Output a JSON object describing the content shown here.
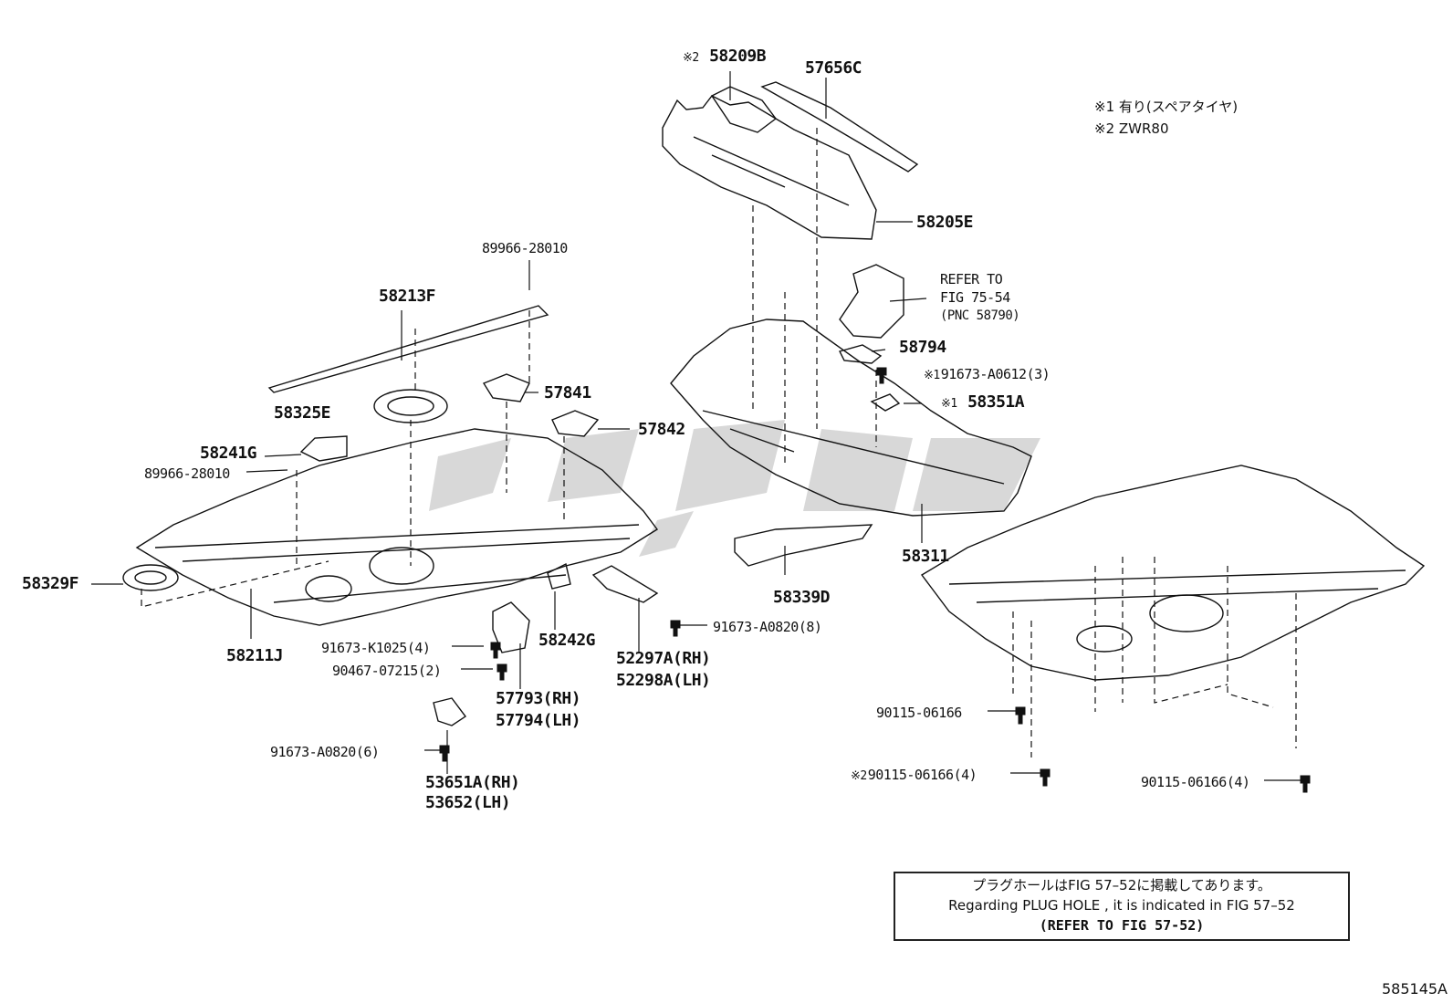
{
  "notes": {
    "n1": "※1 有り(スペアタイヤ)",
    "n2": "※2 ZWR80"
  },
  "labels": {
    "p58209B": "58209B",
    "p57656C": "57656C",
    "p58205E": "58205E",
    "ref_line1": "REFER TO",
    "ref_line2": "FIG 75-54",
    "ref_line3": "(PNC 58790)",
    "p58794": "58794",
    "p91673_A0612": "91673-A0612(3)",
    "p58351A": "58351A",
    "p89966_top": "89966-28010",
    "p58213F": "58213F",
    "p57841": "57841",
    "p58325E": "58325E",
    "p57842": "57842",
    "p58241G": "58241G",
    "p89966_left": "89966-28010",
    "p58329F": "58329F",
    "p58311": "58311",
    "p58339D": "58339D",
    "p58211J": "58211J",
    "p58242G": "58242G",
    "p91673_A0820_8": "91673-A0820(8)",
    "p91673_K1025": "91673-K1025(4)",
    "p90467_07215": "90467-07215(2)",
    "p52297A": "52297A(RH)",
    "p52298A": "52298A(LH)",
    "p57793": "57793(RH)",
    "p57794": "57794(LH)",
    "p91673_A0820_6": "91673-A0820(6)",
    "p53651A": "53651A(RH)",
    "p53652": "53652(LH)",
    "p90115_a": "90115-06166",
    "p90115_b": "90115-06166(4)",
    "p90115_c": "90115-06166(4)"
  },
  "marks": {
    "m1": "※1",
    "m2": "※2"
  },
  "notice": {
    "line1": "プラグホールはFIG 57–52に掲載してあります。",
    "line2": "Regarding PLUG HOLE , it is indicated in FIG 57–52",
    "line3": "(REFER TO FIG 57-52)"
  },
  "figure_code": "585145A"
}
